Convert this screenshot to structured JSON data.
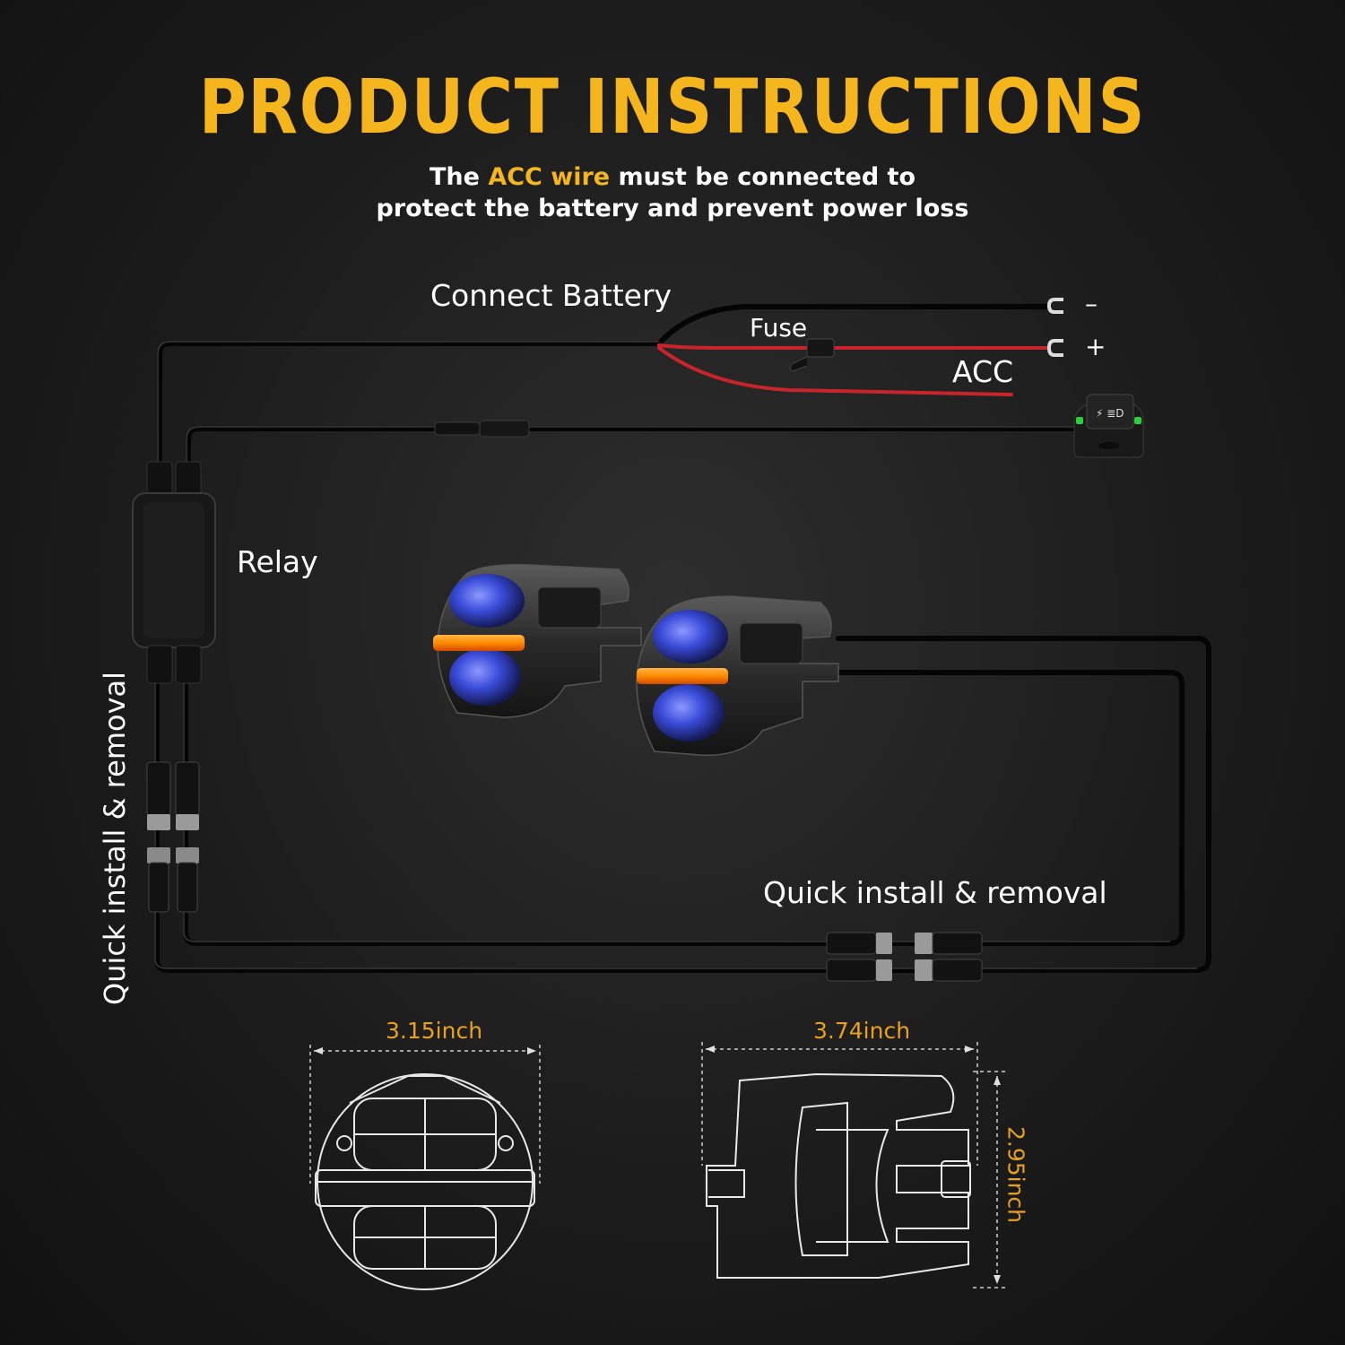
{
  "header": {
    "title": "PRODUCT  INSTRUCTIONS",
    "subtitle_pre": "The ",
    "subtitle_highlight": "ACC wire",
    "subtitle_post": " must be connected to",
    "subtitle_line2": "protect the battery and prevent power loss"
  },
  "labels": {
    "connect_battery": "Connect Battery",
    "fuse": "Fuse",
    "acc": "ACC",
    "minus": "–",
    "plus": "+",
    "relay": "Relay",
    "quick_install_vertical": "Quick install & removal",
    "quick_install_horizontal": "Quick install & removal"
  },
  "dimensions": {
    "front_width": "3.15inch",
    "side_width": "3.74inch",
    "side_height": "2.95inch"
  },
  "colors": {
    "accent": "#f5b51d",
    "dimension": "#e8a11c",
    "wire_red": "#c8242b",
    "led_amber": "#ff8c00",
    "lens_blue": "#3a4bd8",
    "switch_green": "#29d13b"
  },
  "icons": {
    "switch": "light-switch-icon",
    "fuse": "inline-fuse-icon"
  }
}
